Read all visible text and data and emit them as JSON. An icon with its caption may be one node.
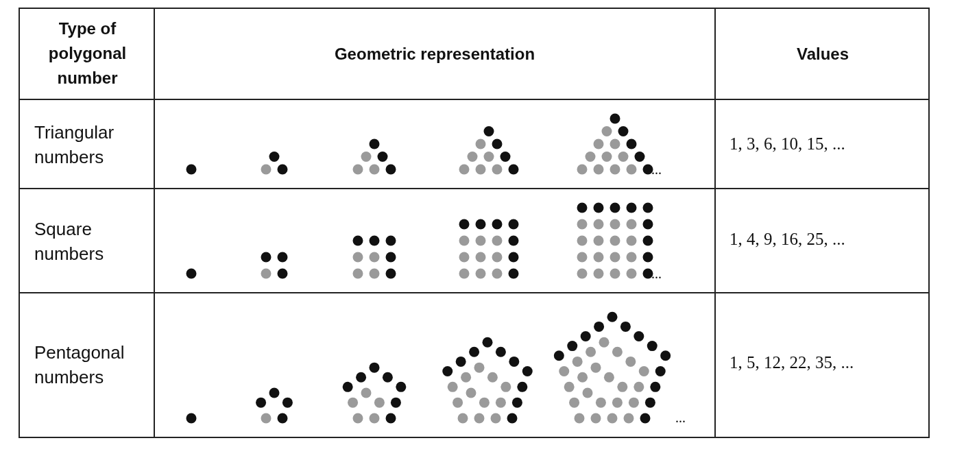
{
  "diagram": {
    "labels": [
      "Type of polygonal number",
      "Geometric representation",
      "Values",
      "Triangular numbers",
      "...",
      "1, 3, 6, 10, 15, ...",
      "Square numbers",
      "...",
      "1, 4, 9, 16, 25, ...",
      "Pentagonal numbers",
      "...",
      "1, 5, 12, 22, 35, ..."
    ]
  }
}
